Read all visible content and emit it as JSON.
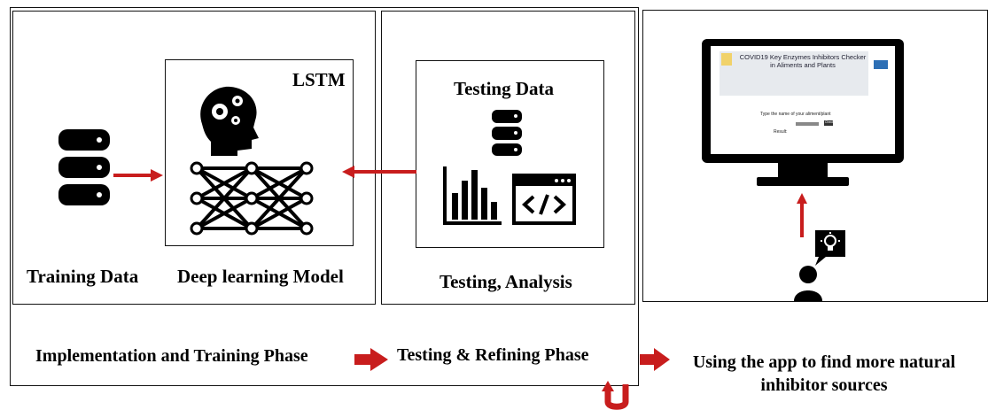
{
  "phases": {
    "implementation": {
      "title": "Implementation and Training Phase",
      "training_data_label": "Training Data",
      "model_label": "Deep learning Model",
      "model_box_title": "LSTM"
    },
    "testing": {
      "title": "Testing & Refining Phase",
      "testing_data_label": "Testing Data",
      "analysis_label": "Testing, Analysis"
    },
    "app": {
      "title_line1": "Using the app to find more natural",
      "title_line2": "inhibitor sources",
      "screen": {
        "app_title": "COVID19 Key Enzymes Inhibitors Checker in Aliments and Plants",
        "prompt": "Type the name of your aliment/plant",
        "button": "Check",
        "result_label": "Result:"
      }
    }
  },
  "icons": [
    "database-icon",
    "brain-gears-icon",
    "neural-network-icon",
    "bar-chart-icon",
    "code-window-icon",
    "monitor-icon",
    "user-idea-icon",
    "red-arrow-icon"
  ],
  "colors": {
    "arrow": "#c81d1d",
    "box_border": "#111111",
    "text": "#000000"
  }
}
